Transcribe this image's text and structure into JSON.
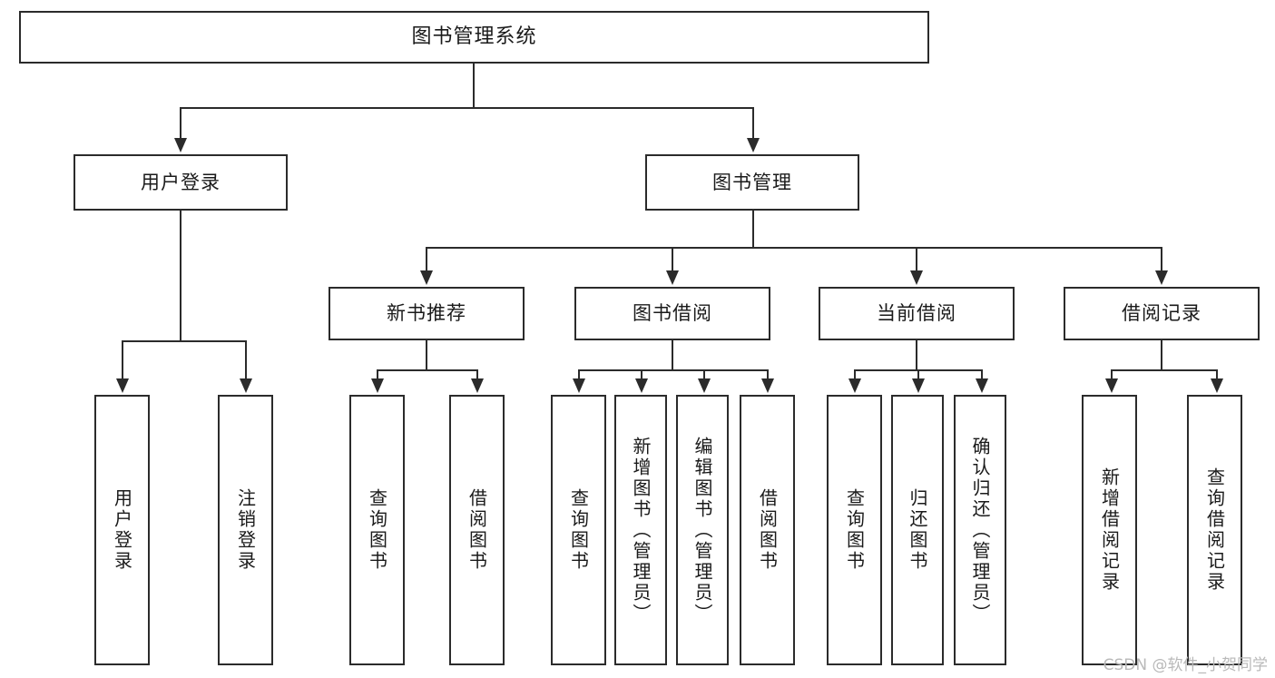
{
  "diagram": {
    "title": "图书管理系统",
    "type": "tree",
    "watermark": "CSDN @软件_小贺同学",
    "colors": {
      "box_border": "#2b2b2b",
      "box_fill": "#ffffff",
      "connector": "#2b2b2b",
      "text": "#1a1a1a",
      "watermark": "#b9b9b9",
      "background": "#ffffff"
    },
    "levels": {
      "root": {
        "label": "图书管理系统"
      },
      "level2": [
        {
          "label": "用户登录"
        },
        {
          "label": "图书管理"
        }
      ],
      "level3": [
        {
          "label": "新书推荐"
        },
        {
          "label": "图书借阅"
        },
        {
          "label": "当前借阅"
        },
        {
          "label": "借阅记录"
        }
      ],
      "level4": {
        "user_login": [
          {
            "label": "用户登录"
          },
          {
            "label": "注销登录"
          }
        ],
        "new_book": [
          {
            "label": "查询图书"
          },
          {
            "label": "借阅图书"
          }
        ],
        "book_borrow": [
          {
            "label": "查询图书"
          },
          {
            "label": "新增图书（管理员）"
          },
          {
            "label": "编辑图书（管理员）"
          },
          {
            "label": "借阅图书"
          }
        ],
        "current_borrow": [
          {
            "label": "查询图书"
          },
          {
            "label": "归还图书"
          },
          {
            "label": "确认归还（管理员）"
          }
        ],
        "borrow_record": [
          {
            "label": "新增借阅记录"
          },
          {
            "label": "查询借阅记录"
          }
        ]
      }
    }
  }
}
